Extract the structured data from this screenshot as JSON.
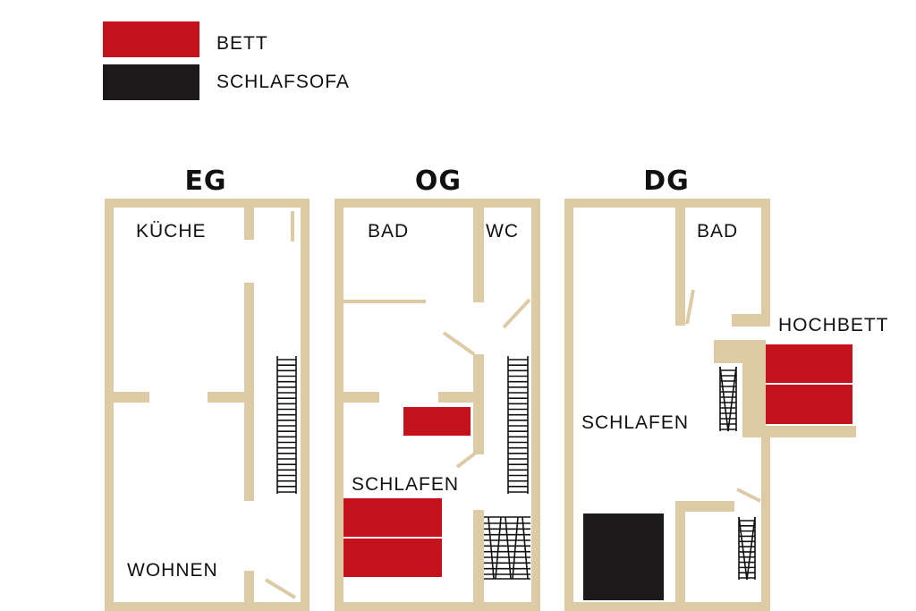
{
  "colors": {
    "wall": "#ddcba6",
    "bed": "#c4121c",
    "sofa": "#1c1a1b",
    "stair": "#111111",
    "text": "#111111"
  },
  "legend": {
    "bed_label": "BETT",
    "sofa_label": "SCHLAFSOFA"
  },
  "floors": {
    "eg": {
      "title": "EG",
      "rooms": {
        "kitchen": "KÜCHE",
        "living": "WOHNEN"
      }
    },
    "og": {
      "title": "OG",
      "rooms": {
        "bath": "BAD",
        "wc": "WC",
        "sleeping": "SCHLAFEN"
      }
    },
    "dg": {
      "title": "DG",
      "rooms": {
        "bath": "BAD",
        "loft_bed": "HOCHBETT",
        "sleeping": "SCHLAFEN"
      }
    }
  }
}
